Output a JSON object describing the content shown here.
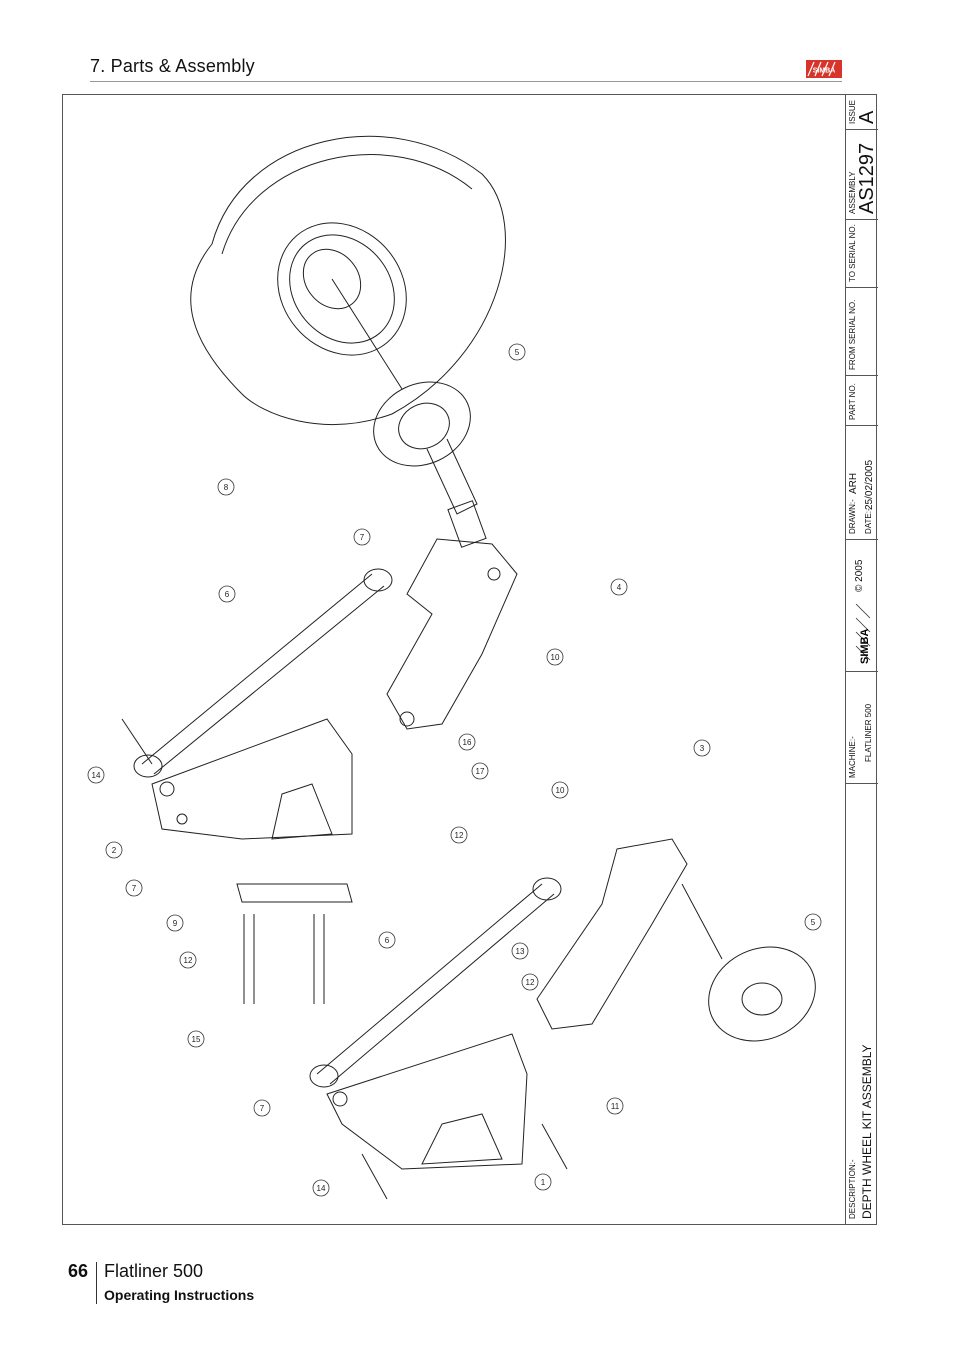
{
  "header": {
    "section": "7. Parts & Assembly",
    "logo_text": "SIMBA"
  },
  "title_block": {
    "issue_label": "ISSUE",
    "issue": "A",
    "assembly_label": "ASSEMBLY",
    "assembly": "AS1297",
    "to_serial_label": "TO SERIAL NO.",
    "from_serial_label": "FROM SERIAL NO.",
    "part_no_label": "PART NO.",
    "drawn_label": "DRAWN:-",
    "drawn": "ARH",
    "date_label": "DATE:-",
    "date": "25/02/2005",
    "copyright": "© 2005",
    "logo_text": "SIMBA",
    "machine_label": "MACHINE:-",
    "machine": "FLATLINER 500",
    "description_label": "DESCRIPTION:-",
    "description": "DEPTH WHEEL KIT ASSEMBLY"
  },
  "callouts": [
    "5",
    "8",
    "7",
    "6",
    "4",
    "10",
    "14",
    "16",
    "17",
    "2",
    "12",
    "3",
    "10",
    "7",
    "9",
    "5",
    "6",
    "13",
    "12",
    "12",
    "15",
    "14",
    "7",
    "11",
    "1"
  ],
  "footer": {
    "page": "66",
    "title": "Flatliner 500",
    "subtitle": "Operating Instructions"
  }
}
